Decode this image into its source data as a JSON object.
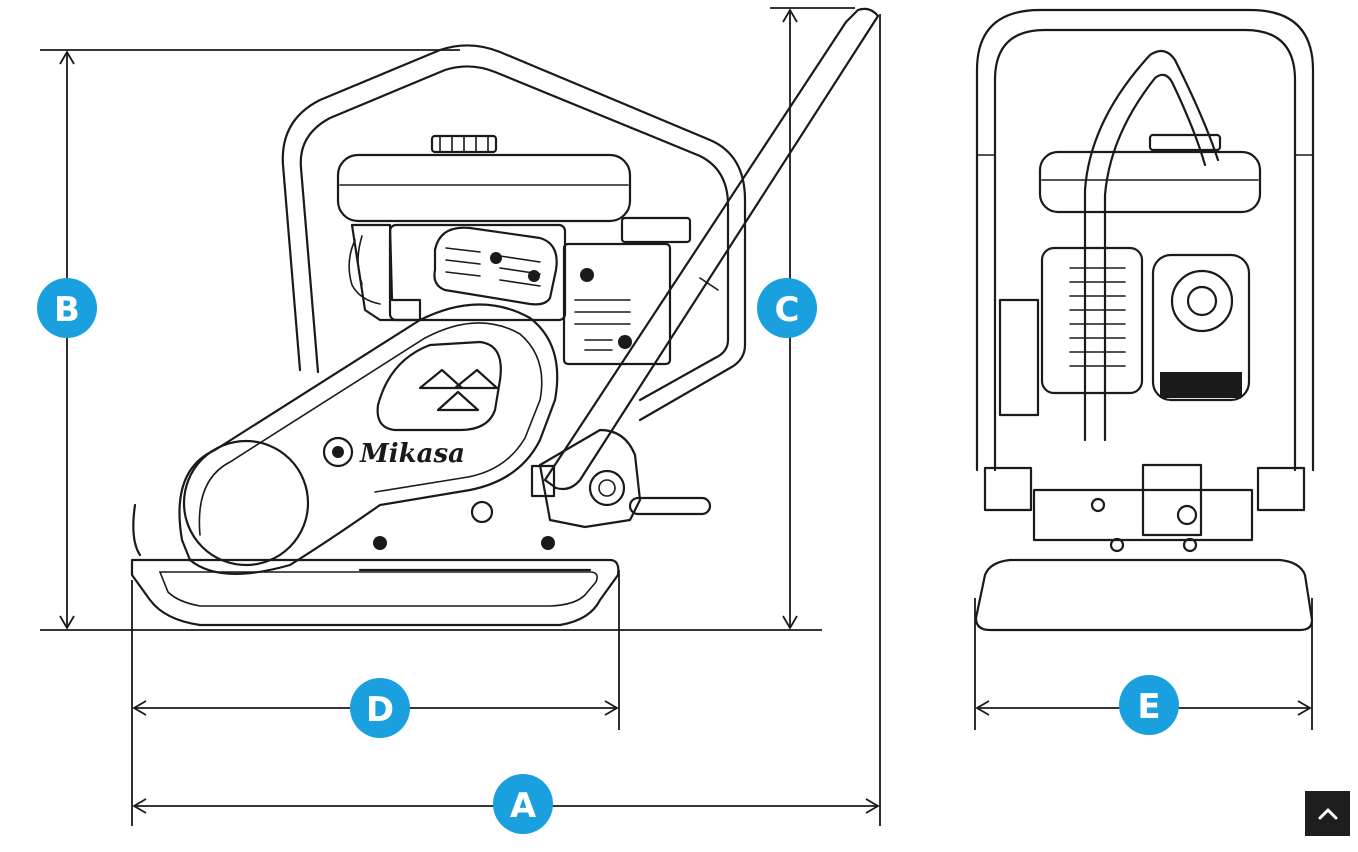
{
  "diagram": {
    "brand_logo_text": "Mikasa",
    "dimension_labels": {
      "a": "A",
      "b": "B",
      "c": "C",
      "d": "D",
      "e": "E"
    }
  },
  "colors": {
    "badge": "#1a9fdf",
    "line": "#1a1a1a",
    "scroll_button": "#1e1e1e"
  },
  "icons": {
    "scroll_top": "chevron-up-icon"
  }
}
